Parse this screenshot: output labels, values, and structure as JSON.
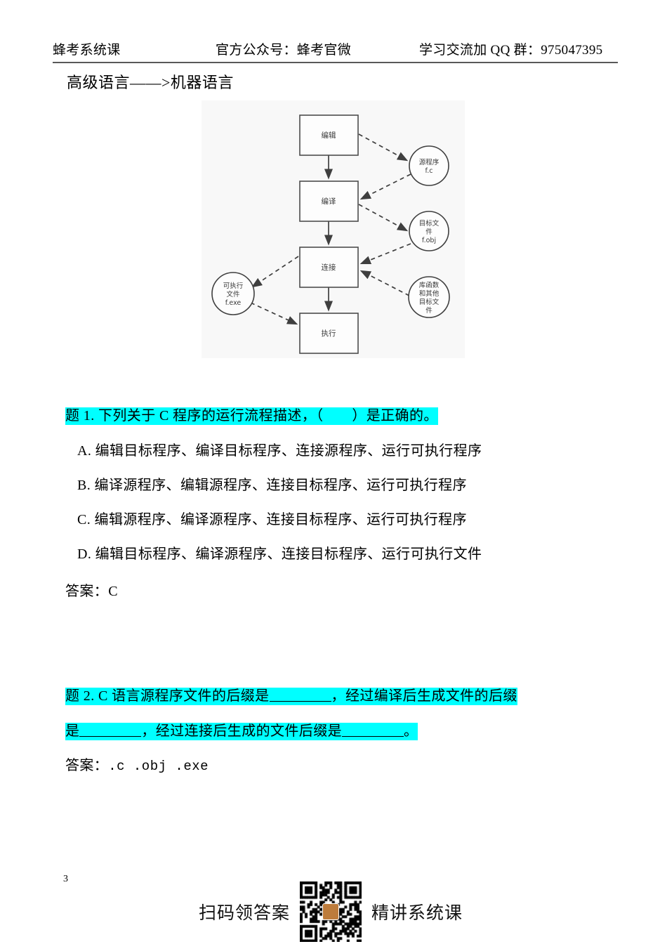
{
  "header": {
    "left": "蜂考系统课",
    "center": "官方公众号：蜂考官微",
    "right": "学习交流加 QQ 群：975047395"
  },
  "section": {
    "title": "高级语言——>机器语言"
  },
  "diagram": {
    "type": "flowchart",
    "boxes": [
      {
        "id": "edit",
        "label": "编辑"
      },
      {
        "id": "compile",
        "label": "编译"
      },
      {
        "id": "link",
        "label": "连接"
      },
      {
        "id": "run",
        "label": "执行"
      }
    ],
    "circles": [
      {
        "id": "source",
        "lines": [
          "源程序",
          "f.c"
        ]
      },
      {
        "id": "object",
        "lines": [
          "目标文",
          "件",
          "f.obj"
        ]
      },
      {
        "id": "exe",
        "lines": [
          "可执行",
          "文件",
          "f.exe"
        ]
      },
      {
        "id": "lib",
        "lines": [
          "库函数",
          "和其他",
          "目标文",
          "件"
        ]
      }
    ],
    "edges": [
      {
        "from": "edit",
        "to": "compile",
        "style": "solid"
      },
      {
        "from": "compile",
        "to": "link",
        "style": "solid"
      },
      {
        "from": "link",
        "to": "run",
        "style": "solid"
      },
      {
        "from": "edit",
        "to": "source",
        "style": "dashed"
      },
      {
        "from": "source",
        "to": "compile",
        "style": "dashed"
      },
      {
        "from": "compile",
        "to": "object",
        "style": "dashed"
      },
      {
        "from": "object",
        "to": "link",
        "style": "dashed"
      },
      {
        "from": "lib",
        "to": "link",
        "style": "dashed"
      },
      {
        "from": "link",
        "to": "exe",
        "style": "dashed"
      },
      {
        "from": "exe",
        "to": "run",
        "style": "dashed"
      }
    ]
  },
  "question1": {
    "stem": "题 1. 下列关于 C 程序的运行流程描述，（　　）是正确的。",
    "options": [
      "A. 编辑目标程序、编译目标程序、连接源程序、运行可执行程序",
      "B. 编译源程序、编辑源程序、连接目标程序、运行可执行程序",
      "C. 编辑源程序、编译源程序、连接目标程序、运行可执行程序",
      "D. 编辑目标程序、编译源程序、连接目标程序、运行可执行文件"
    ],
    "answer": "答案：C"
  },
  "question2": {
    "stem_part1": "题 2. C 语言源程序文件的后缀是",
    "stem_part2": "，经过编译后生成文件的后缀",
    "stem_part3": "是",
    "stem_part4": "，经过连接后生成的文件后缀是",
    "stem_part5": "。",
    "answer_label": "答案：",
    "answer_value": ".c   .obj   .exe"
  },
  "footer": {
    "page_number": "3",
    "left_text": "扫码领答案",
    "right_text": "精讲系统课",
    "qr_name": "qr-code",
    "qr_logo_color": "#bd7c3c"
  },
  "colors": {
    "highlight": "#00ffff",
    "rule": "#595959",
    "panel_bg": "#f8f8f8",
    "stroke": "#3f3f3f"
  }
}
